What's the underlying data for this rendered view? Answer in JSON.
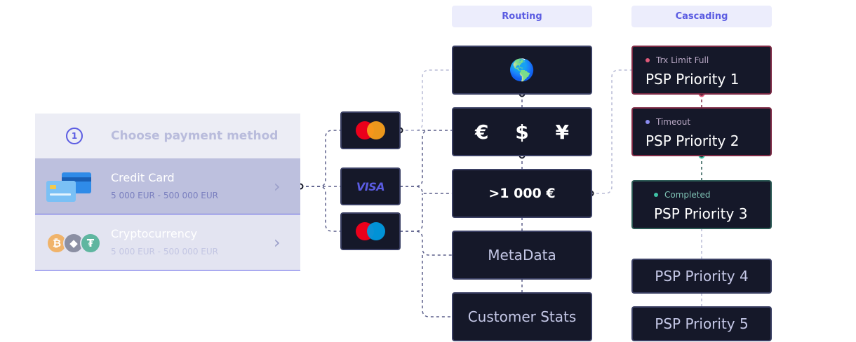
{
  "headers": {
    "routing": "Routing",
    "cascading": "Cascading"
  },
  "payment_panel": {
    "step_number": "1",
    "title": "Choose payment method",
    "methods": [
      {
        "name": "Credit Card",
        "range": "5 000 EUR - 500 000 EUR",
        "state": "active"
      },
      {
        "name": "Cryptocurrency",
        "range": "5 000 EUR - 500 000 EUR",
        "state": "inactive"
      }
    ]
  },
  "card_brands": [
    {
      "icon": "mastercard-icon"
    },
    {
      "label": "VISA"
    },
    {
      "icon": "maestro-icon"
    }
  ],
  "routing_nodes": [
    {
      "icon": "globe-icon",
      "glyph": "🌎"
    },
    {
      "label": "€ $ ¥"
    },
    {
      "label": ">1 000 €"
    },
    {
      "label": "MetaData"
    },
    {
      "label": "Customer Stats"
    }
  ],
  "cascade_nodes": [
    {
      "status": "Trx Limit Full",
      "status_color": "#e05a7a",
      "label": "PSP Priority 1"
    },
    {
      "status": "Timeout",
      "status_color": "#8b8cf0",
      "label": "PSP Priority 2"
    },
    {
      "status": "Completed",
      "status_color": "#3fc1a5",
      "label": "PSP Priority 3"
    },
    {
      "status": "",
      "label": "PSP Priority 4"
    },
    {
      "status": "",
      "label": "PSP Priority 5"
    }
  ],
  "colors": {
    "accent": "#5b5ce2",
    "node_bg": "#151829",
    "node_border": "#3a3f63",
    "mastercard_red": "#eb001b",
    "mastercard_orange": "#f79e1b",
    "maestro_blue": "#0099df"
  }
}
